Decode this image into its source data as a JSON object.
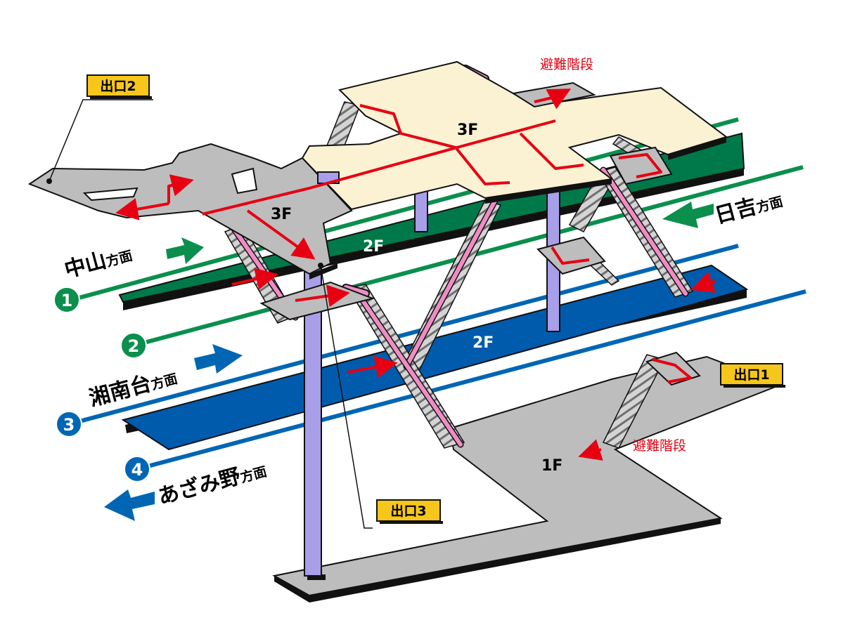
{
  "floors": {
    "f3_main": "3F",
    "f3_left": "3F",
    "f2_green": "2F",
    "f2_blue": "2F",
    "f1": "1F"
  },
  "exits": {
    "exit1": "出口1",
    "exit2": "出口2",
    "exit3": "出口3"
  },
  "evacuation_stairs": {
    "top": "避難階段",
    "bottom": "避難階段"
  },
  "directions": {
    "nakayama": {
      "name": "中山",
      "suffix": "方面"
    },
    "hiyoshi": {
      "name": "日吉",
      "suffix": "方面"
    },
    "shonandai": {
      "name": "湘南台",
      "suffix": "方面"
    },
    "azamino": {
      "name": "あざみ野",
      "suffix": "方面"
    }
  },
  "tracks": [
    "1",
    "2",
    "3",
    "4"
  ],
  "colors": {
    "green_line": "#0a8f4d",
    "blue_line": "#0066b3",
    "green_platform": "#00794a",
    "blue_platform": "#005bac",
    "concourse": "#bdbdbd",
    "upper_concourse": "#fbf1d3",
    "route_red": "#e60012",
    "escalator_pink": "#f08cc4",
    "column": "#a99ee8",
    "exit_label": "#f7c61a"
  }
}
